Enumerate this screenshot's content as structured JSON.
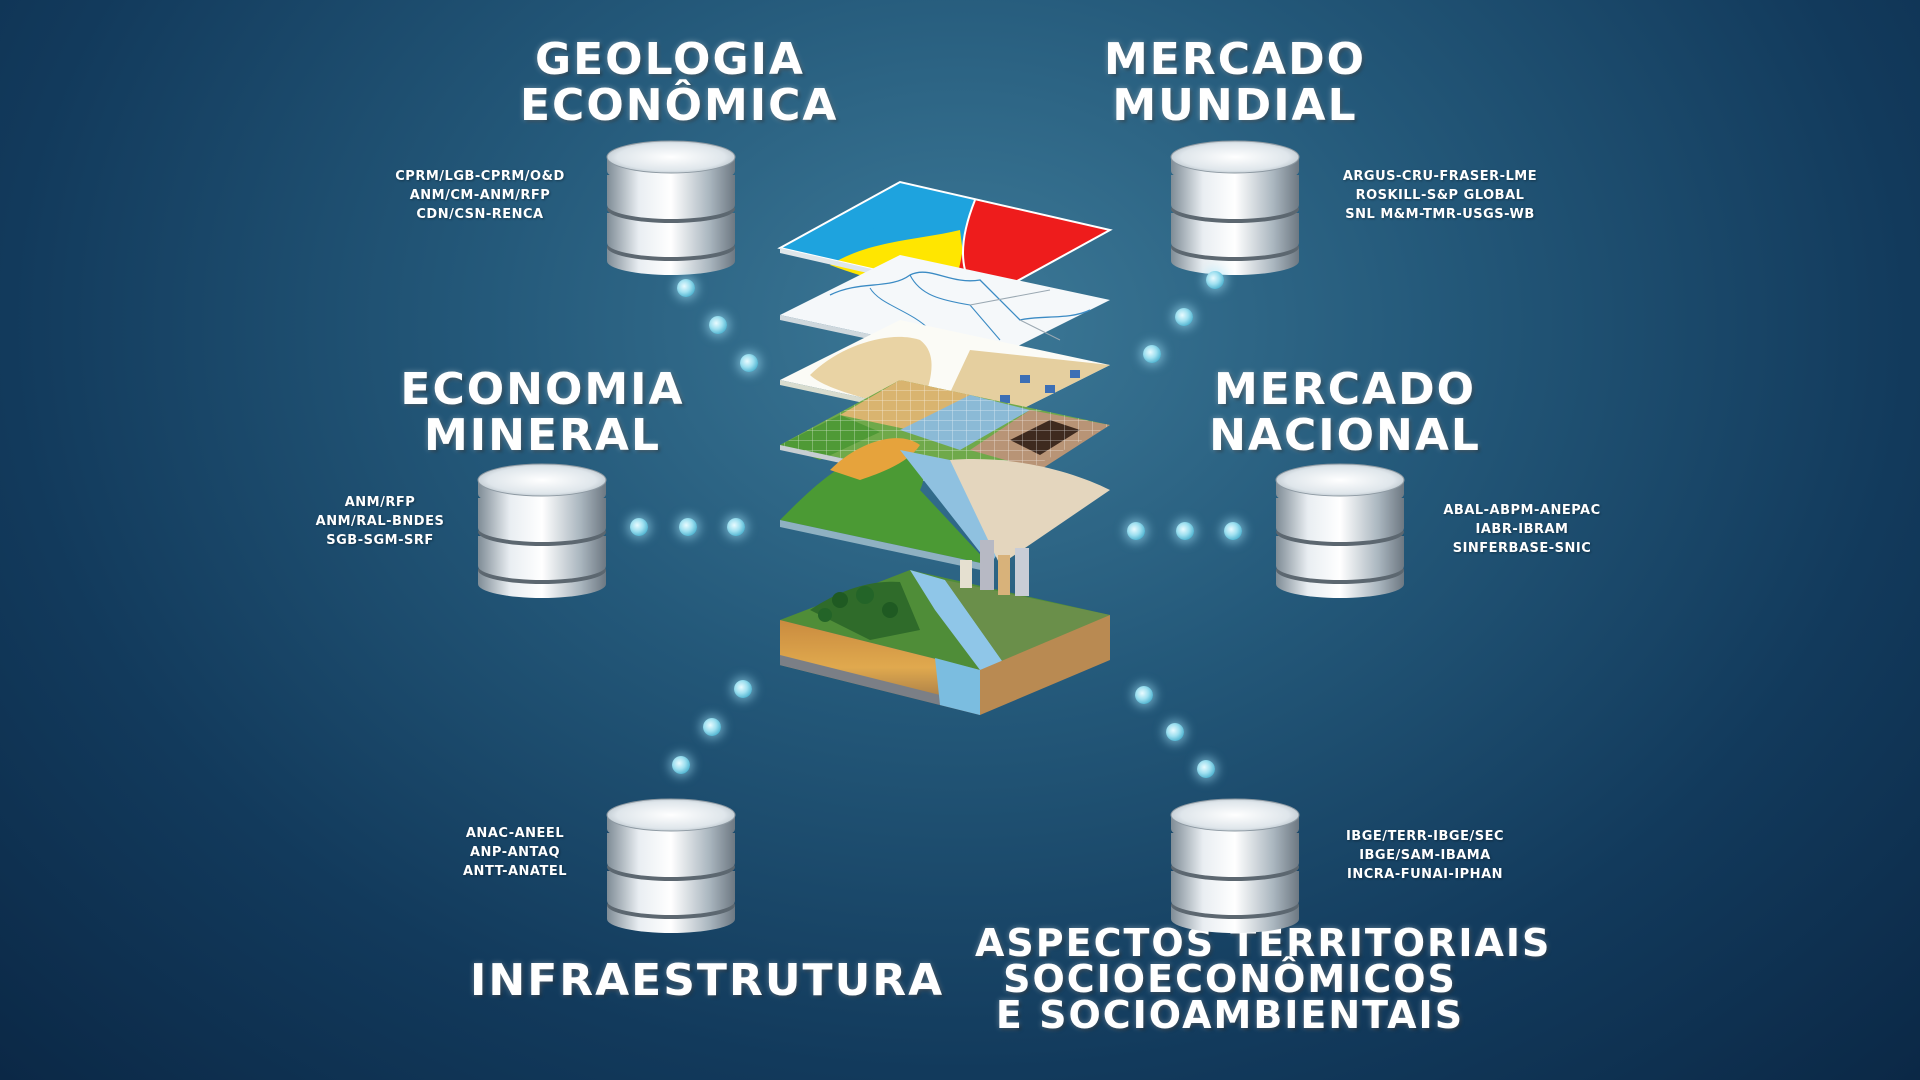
{
  "groups": {
    "geologia": {
      "title": [
        "GEOLOGIA",
        "ECONÔMICA"
      ],
      "sources": [
        "CPRM/LGB-CPRM/O&D",
        "ANM/CM-ANM/RFP",
        "CDN/CSN-RENCA"
      ]
    },
    "mundial": {
      "title": [
        "MERCADO",
        "MUNDIAL"
      ],
      "sources": [
        "ARGUS-CRU-FRASER-LME",
        "ROSKILL-S&P GLOBAL",
        "SNL M&M-TMR-USGS-WB"
      ]
    },
    "economia": {
      "title": [
        "ECONOMIA",
        "MINERAL"
      ],
      "sources": [
        "ANM/RFP",
        "ANM/RAL-BNDES",
        "SGB-SGM-SRF"
      ]
    },
    "nacional": {
      "title": [
        "MERCADO",
        "NACIONAL"
      ],
      "sources": [
        "ABAL-ABPM-ANEPAC",
        "IABR-IBRAM",
        "SINFERBASE-SNIC"
      ]
    },
    "infra": {
      "title": [
        "INFRAESTRUTURA"
      ],
      "sources": [
        "ANAC-ANEEL",
        "ANP-ANTAQ",
        "ANTT-ANATEL"
      ]
    },
    "territoriais": {
      "title": [
        "ASPECTOS TERRITORIAIS",
        "SOCIOECONÔMICOS",
        "E SOCIOAMBIENTAIS"
      ],
      "sources": [
        "IBGE/TERR-IBGE/SEC",
        "IBGE/SAM-IBAMA",
        "INCRA-FUNAI-IPHAN"
      ]
    }
  },
  "colors": {
    "map_blue": "#1ea3de",
    "map_yellow": "#ffe600",
    "map_red": "#ee1c1c",
    "dot": "#9fe0f0"
  },
  "icons": [
    "database-icon",
    "layer-map-icon",
    "connector-dot-icon"
  ]
}
